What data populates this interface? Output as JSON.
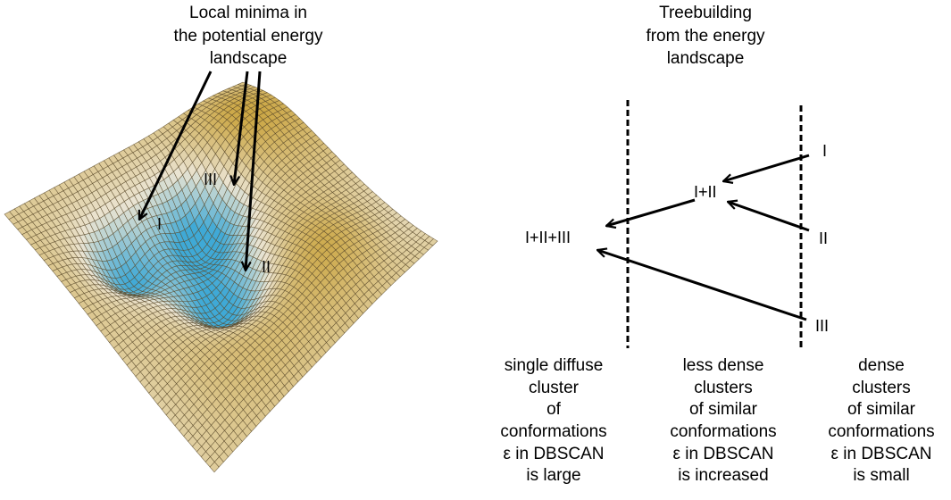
{
  "left_panel": {
    "title_lines": [
      "Local minima in",
      "the potential energy",
      "landscape"
    ],
    "minima_labels": [
      "III",
      "I",
      "II"
    ]
  },
  "right_panel": {
    "title_lines": [
      "Treebuilding",
      "from the energy",
      "landscape"
    ],
    "nodes": {
      "i": "I",
      "ii": "II",
      "iii": "III",
      "i_ii": "I+II",
      "i_ii_iii": "I+II+III"
    },
    "captions": [
      [
        "single diffuse",
        "cluster",
        "of",
        "conformations",
        "ε in DBSCAN",
        "is large"
      ],
      [
        "less dense",
        "clusters",
        "of similar",
        "conformations",
        "ε in DBSCAN",
        "is increased"
      ],
      [
        "dense",
        "clusters",
        "of similar",
        "conformations",
        "ε in DBSCAN",
        "is small"
      ]
    ]
  },
  "colors": {
    "surface_high": "#c9a23a",
    "surface_low": "#3fa9d6",
    "mesh_line": "#5a4a2a",
    "arrow": "#000000"
  }
}
